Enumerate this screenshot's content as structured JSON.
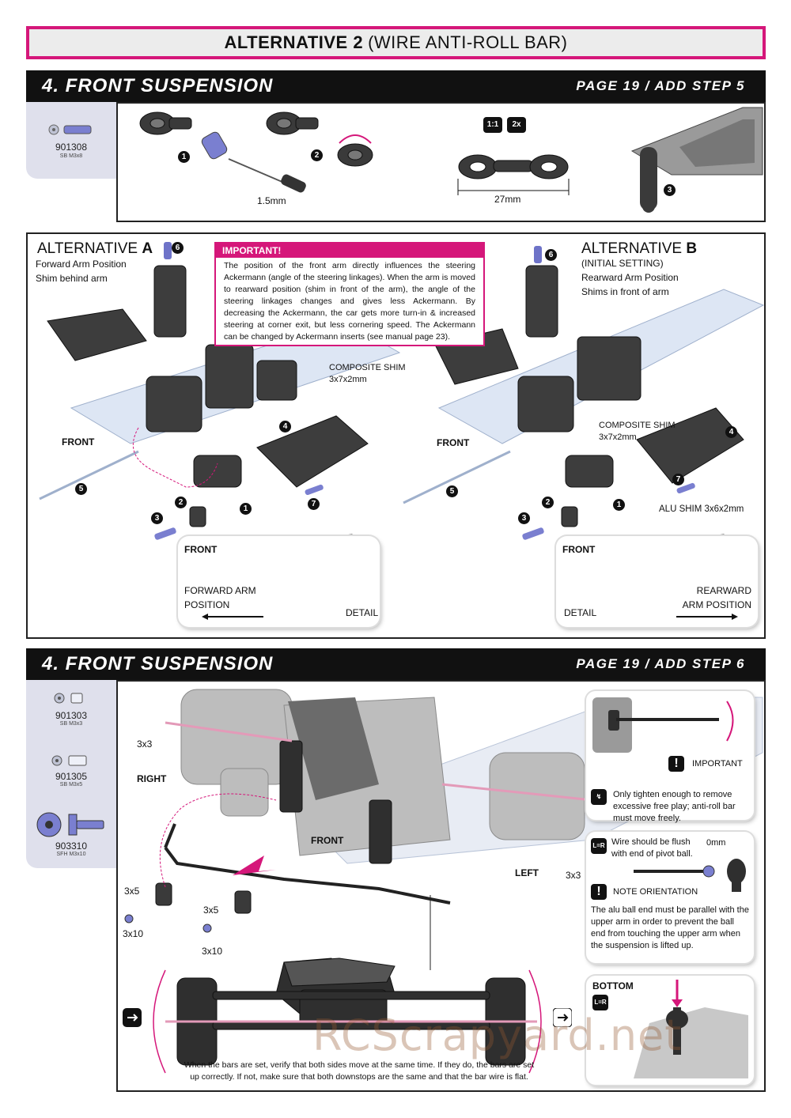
{
  "banner": {
    "bold": "ALTERNATIVE 2",
    "rest": "(WIRE ANTI-ROLL BAR)"
  },
  "section1": {
    "title": "4. FRONT SUSPENSION",
    "ref": "PAGE 19 / ADD STEP 5",
    "parts": [
      {
        "code": "901308",
        "desc": "SB M3x8"
      }
    ],
    "step": {
      "tool": "1.5mm",
      "ratio": "1:1",
      "qty": "2x",
      "length": "27mm",
      "n1": "1",
      "n2": "2",
      "n3": "3"
    }
  },
  "altA": {
    "title_pre": "ALTERNATIVE",
    "title_letter": "A",
    "line1": "Forward Arm Position",
    "line2": "Shim behind arm",
    "front": "FRONT",
    "shim": "COMPOSITE SHIM",
    "shim_size": "3x7x2mm",
    "detail_front": "FRONT",
    "detail_label1": "FORWARD ARM",
    "detail_label2": "POSITION",
    "detail": "DETAIL",
    "nums": [
      "1",
      "2",
      "3",
      "4",
      "5",
      "6",
      "7"
    ]
  },
  "important": {
    "head": "IMPORTANT!",
    "body": "The position of the front arm directly influences the steering Ackermann (angle of the steering linkages). When the arm is moved to rearward position (shim in front of the arm), the angle of the steering linkages changes and gives less Ackermann. By decreasing the Ackermann, the car gets more turn-in & increased steering at corner exit, but less cornering speed. The Ackermann can be changed by Ackermann inserts (see manual page 23)."
  },
  "altB": {
    "title_pre": "ALTERNATIVE",
    "title_letter": "B",
    "line0": "(INITIAL SETTING)",
    "line1": "Rearward Arm Position",
    "line2": "Shims in front of arm",
    "front": "FRONT",
    "shim": "COMPOSITE SHIM",
    "shim_size": "3x7x2mm",
    "alu": "ALU SHIM 3x6x2mm",
    "detail_front": "FRONT",
    "detail_label1": "REARWARD",
    "detail_label2": "ARM POSITION",
    "detail": "DETAIL",
    "nums": [
      "1",
      "2",
      "3",
      "4",
      "5",
      "6",
      "7"
    ]
  },
  "section2": {
    "title": "4. FRONT SUSPENSION",
    "ref": "PAGE 19 / ADD STEP 6",
    "parts": [
      {
        "code": "901303",
        "desc": "SB M3x3"
      },
      {
        "code": "901305",
        "desc": "SB M3x5"
      },
      {
        "code": "903310",
        "desc": "SFH M3x10"
      }
    ],
    "labels": {
      "s3x3a": "3x3",
      "s3x3b": "3x3",
      "right": "RIGHT",
      "left": "LEFT",
      "front": "FRONT",
      "s3x5a": "3x5",
      "s3x10a": "3x10",
      "s3x5b": "3x5",
      "s3x10b": "3x10"
    },
    "bottom_note": "When the bars are set, verify that both sides move at the same time. If they do, the bars are set up correctly. If not, make sure that both downstops are the same and that the bar wire is flat.",
    "side1": {
      "important": "IMPORTANT",
      "note": "Only tighten enough to remove excessive free play; anti-roll bar must move freely."
    },
    "side2": {
      "flush": "Wire should be flush with end of pivot ball.",
      "mm": "0mm",
      "orient": "NOTE ORIENTATION",
      "note": "The alu ball end must be parallel with the upper arm in order to prevent the ball end from touching the upper arm when the suspension is lifted up.",
      "lr": "L=R"
    },
    "side3": {
      "bottom": "BOTTOM",
      "lr": "L=R"
    }
  },
  "watermark": "RCScrapyard.net",
  "colors": {
    "accent": "#d5177a",
    "parts_bg": "#dfe0ec",
    "bar": "#111111"
  }
}
